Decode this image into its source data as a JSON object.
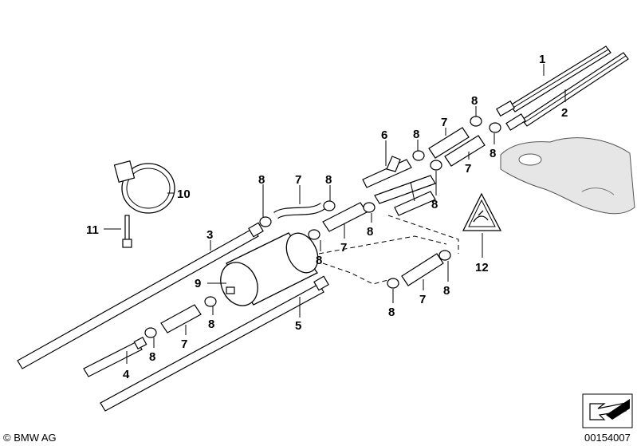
{
  "callouts": [
    "1",
    "2",
    "3",
    "4",
    "5",
    "6",
    "7",
    "8",
    "9",
    "10",
    "11",
    "12"
  ],
  "footer": {
    "copyright": "© BMW AG",
    "diagram_number": "00154007"
  },
  "colors": {
    "line": "#000000",
    "background": "#ffffff",
    "tank_shade": "#e6e6e6"
  }
}
